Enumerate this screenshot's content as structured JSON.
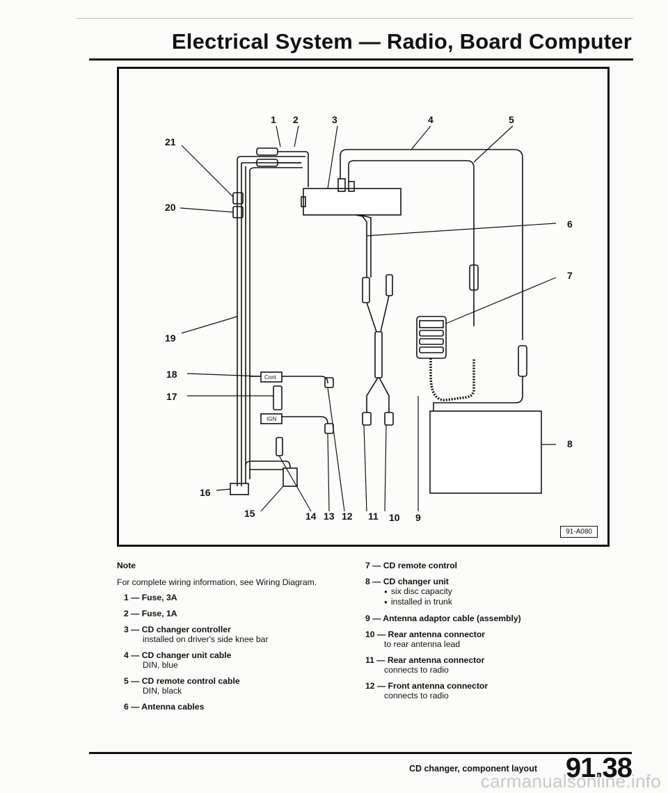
{
  "header": {
    "title": "Electrical System — Radio, Board Computer"
  },
  "figure": {
    "id": "91-A080",
    "callouts": [
      "1",
      "2",
      "3",
      "4",
      "5",
      "6",
      "7",
      "8",
      "9",
      "10",
      "11",
      "12",
      "13",
      "14",
      "15",
      "16",
      "17",
      "18",
      "19",
      "20",
      "21"
    ],
    "box_labels": {
      "cont": "Cont",
      "ign": "IGN"
    }
  },
  "legend": {
    "note_title": "Note",
    "note_text": "For complete wiring information, see Wiring Diagram.",
    "items": [
      {
        "title": "1 — Fuse, 3A",
        "lines": [],
        "bullets": []
      },
      {
        "title": "2 — Fuse, 1A",
        "lines": [],
        "bullets": []
      },
      {
        "title": "3 — CD changer controller",
        "lines": [
          "installed on driver's side knee bar"
        ],
        "bullets": []
      },
      {
        "title": "4 — CD changer unit cable",
        "lines": [
          "DIN, blue"
        ],
        "bullets": []
      },
      {
        "title": "5 — CD remote control cable",
        "lines": [
          "DIN, black"
        ],
        "bullets": []
      },
      {
        "title": "6 — Antenna cables",
        "lines": [],
        "bullets": []
      },
      {
        "title": "7 — CD remote control",
        "lines": [],
        "bullets": []
      },
      {
        "title": "8 — CD changer unit",
        "lines": [],
        "bullets": [
          "six disc capacity",
          "installed in trunk"
        ]
      },
      {
        "title": "9 — Antenna adaptor cable (assembly)",
        "lines": [],
        "bullets": []
      },
      {
        "title": "10 — Rear antenna connector",
        "lines": [
          "to rear antenna lead"
        ],
        "bullets": []
      },
      {
        "title": "11 — Rear antenna connector",
        "lines": [
          "connects to radio"
        ],
        "bullets": []
      },
      {
        "title": "12 — Front antenna connector",
        "lines": [
          "connects to radio"
        ],
        "bullets": []
      }
    ]
  },
  "footer": {
    "caption": "CD changer, component layout",
    "page_major": "91",
    "page_minor": "38",
    "watermark": "carmanualsonline.info"
  }
}
